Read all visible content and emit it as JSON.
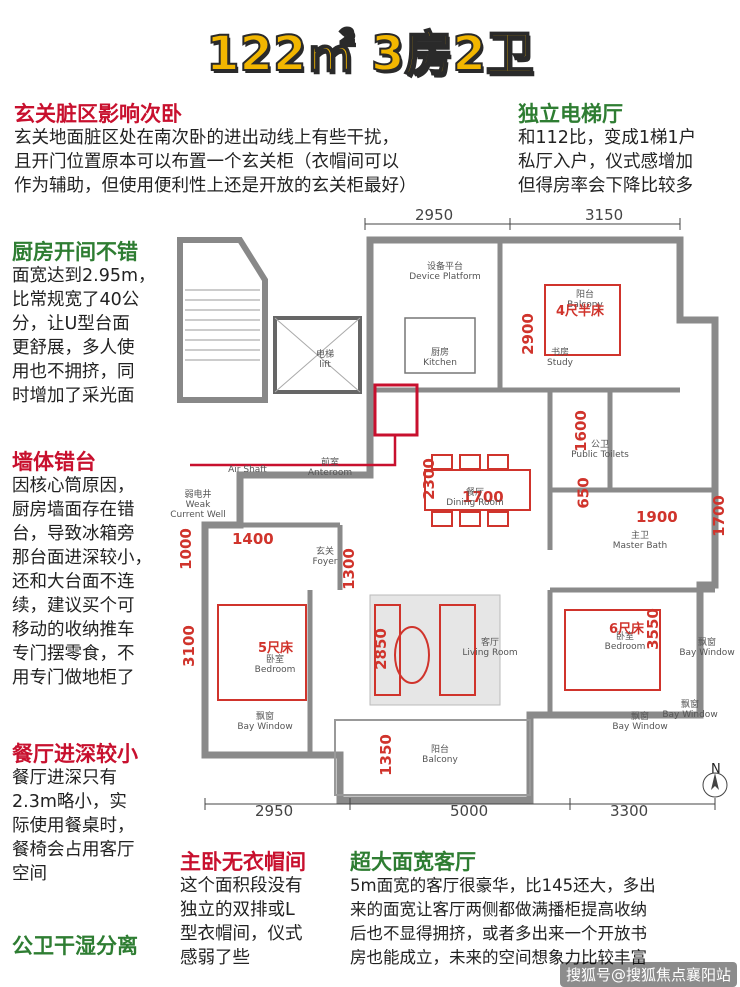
{
  "title": "122㎡ 3房2卫",
  "sections": {
    "entrance": {
      "heading": "玄关脏区影响次卧",
      "lines": [
        "玄关地面脏区处在南次卧的进出动线上有些干扰，",
        "且开门位置原本可以布置一个玄关柜（衣帽间可以",
        "作为辅助，但使用便利性上还是开放的玄关柜最好）"
      ]
    },
    "elevator": {
      "heading": "独立电梯厅",
      "lines": [
        "和112比，变成1梯1户",
        "私厅入户，仪式感增加",
        "但得房率会下降比较多"
      ]
    },
    "kitchen": {
      "heading": "厨房开间不错",
      "lines": [
        "面宽达到2.95m，",
        "比常规宽了40公",
        "分，让U型台面",
        "更舒展，多人使",
        "用也不拥挤，同",
        "时增加了采光面"
      ]
    },
    "wall": {
      "heading": "墙体错台",
      "lines": [
        "因核心筒原因，",
        "厨房墙面存在错",
        "台，导致冰箱旁",
        "那台面进深较小，",
        "还和大台面不连",
        "续，建议买个可",
        "移动的收纳推车",
        "专门摆零食，不",
        "用专门做地柜了"
      ]
    },
    "dining": {
      "heading": "餐厅进深较小",
      "lines": [
        "餐厅进深只有",
        "2.3m略小，实",
        "际使用餐桌时，",
        "餐椅会占用客厅",
        "空间"
      ]
    },
    "toilet": {
      "heading": "公卫干湿分离"
    },
    "master": {
      "heading": "主卧无衣帽间",
      "lines": [
        "这个面积段没有",
        "独立的双排或L",
        "型衣帽间，仪式",
        "感弱了些"
      ]
    },
    "living": {
      "heading": "超大面宽客厅",
      "lines": [
        "5m面宽的客厅很豪华，比145还大，多出",
        "来的面宽让客厅两侧都做满播柜提高收纳",
        "后也不显得拥挤，或者多出来一个开放书",
        "房也能成立，未来的空间想象力比较丰富"
      ]
    }
  },
  "dims": {
    "top_left": "2950",
    "top_right": "3150",
    "bottom_left": "2950",
    "bottom_mid": "5000",
    "bottom_right": "3300",
    "kitchen_depth": "2900",
    "dining_depth": "2300",
    "toilet_w": "1600",
    "bath_650": "650",
    "bath_1900": "1900",
    "right_1700": "1700",
    "foyer_1400": "1400",
    "foyer_1000": "1000",
    "foyer_1300": "1300",
    "bed_3100": "3100",
    "living_2850": "2850",
    "master_3550": "3550",
    "balcony_1350": "1350",
    "dining_width": "1700"
  },
  "rooms": {
    "device": "设备平台\nDevice Platform",
    "lift": "电梯\nlift",
    "kitchen": "厨房\nKitchen",
    "balcony_n": "阳台\nBalcony",
    "study": "书房\nStudy",
    "anteroom": "前室\nAnteroom",
    "air_shaft": "Air Shaft",
    "weak_well": "弱电井\nWeak\nCurrent Well",
    "public_toilets": "公卫\nPublic Toilets",
    "dining": "餐厅\nDining Room",
    "master_bath": "主卫\nMaster Bath",
    "foyer": "玄关\nFoyer",
    "bedroom_l": "卧室\nBedroom",
    "living": "客厅\nLiving Room",
    "bedroom_r": "卧室\nBedroom",
    "bay_l": "飘窗\nBay Window",
    "bay_r": "飘窗\nBay Window",
    "bay_bottom_r": "飘窗\nBay Window",
    "bay_right_side": "飘窗\nBay Window",
    "balcony_s": "阳台\nBalcony"
  },
  "bed_notes": {
    "study_bed": "4尺半床",
    "bed_left": "5尺床",
    "bed_right": "6尺床"
  },
  "compass": "N",
  "watermark": "搜狐号@搜狐焦点襄阳站",
  "colors": {
    "accent_red": "#c8102e",
    "accent_green": "#2e7d32",
    "title_yellow": "#f2b600"
  }
}
